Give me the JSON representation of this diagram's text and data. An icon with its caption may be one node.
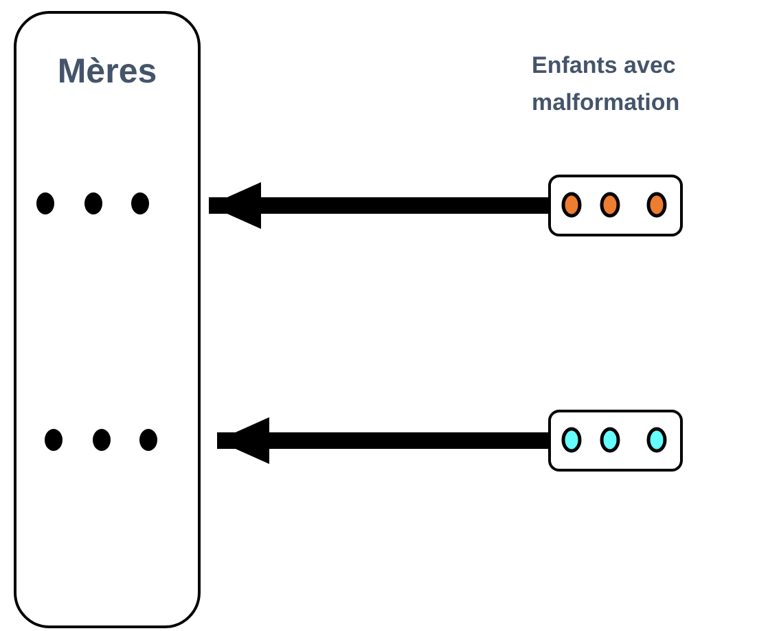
{
  "diagram": {
    "nodes": [
      {
        "text": [
          "Mères"
        ]
      },
      {
        "text": [],
        "shape": "dots",
        "in": 0
      },
      {
        "text": [],
        "shape": "dots",
        "in": 0
      },
      {
        "text": [],
        "shape": "box"
      },
      {
        "text": [],
        "shape": "box"
      }
    ],
    "edges": [
      {
        "from": 3,
        "to": 1,
        "arrow": "to"
      },
      {
        "from": 4,
        "to": 2,
        "arrow": "to"
      }
    ],
    "labels": [
      "Enfants avec malformation"
    ]
  }
}
